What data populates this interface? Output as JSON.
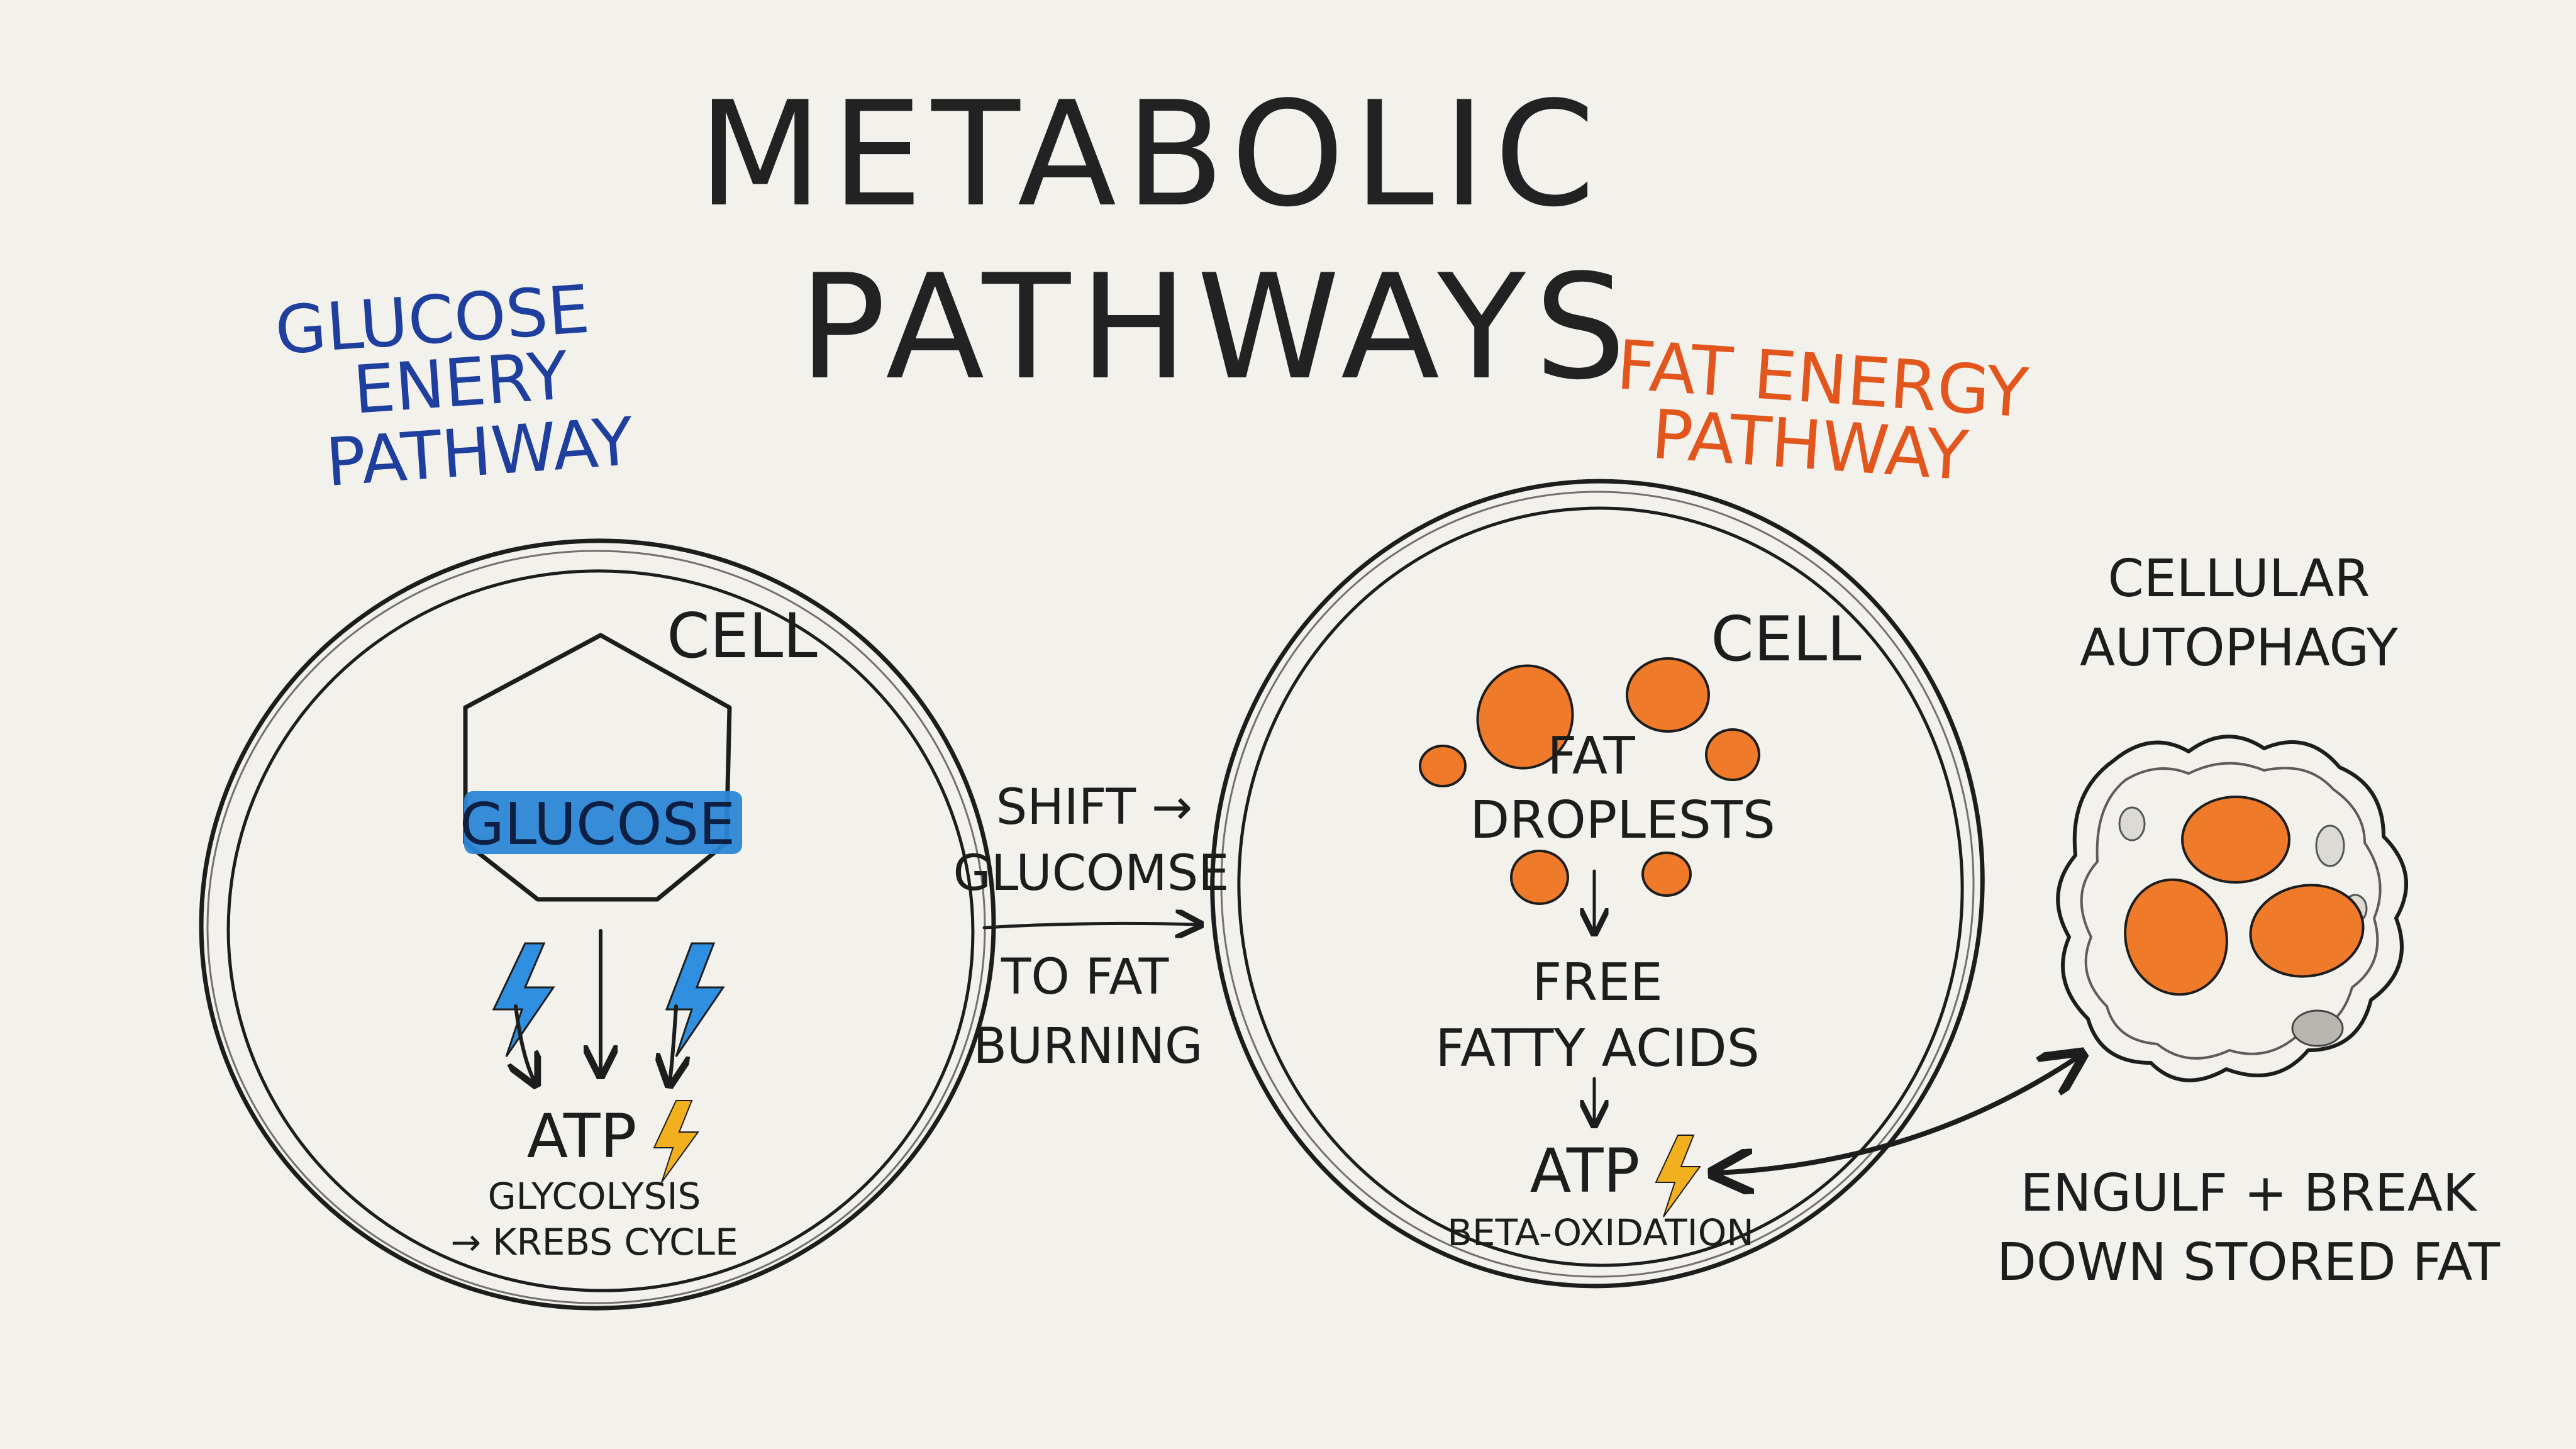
{
  "title": {
    "line1": "METABOLIC",
    "line2": "PATHWAYS"
  },
  "glucose_pathway": {
    "heading": [
      "GLUCOSE",
      "ENERY",
      "PATHWAY"
    ],
    "cell_label": "CELL",
    "molecule_label": "GLUCOSE",
    "atp_label": "ATP",
    "process_line1": "GLYCOLYSIS",
    "process_line2": "→ KREBS CYCLE",
    "color": "#1f3f9e",
    "highlight_color": "#2b86d6"
  },
  "shift": {
    "line1": "SHIFT →",
    "line2": "GLUCOMSE",
    "line3": "TO FAT",
    "line4": "BURNING"
  },
  "fat_pathway": {
    "heading": [
      "FAT ENERGY",
      "PATHWAY"
    ],
    "cell_label": "CELL",
    "droplets_line1": "FAT",
    "droplets_line2": "DROPLESTS",
    "acids_line1": "FREE",
    "acids_line2": "FATTY ACIDS",
    "atp_label": "ATP",
    "process": "BETA-OXIDATION",
    "color": "#e2561d",
    "droplet_color": "#ee7a2a"
  },
  "autophagy": {
    "heading_line1": "CELLULAR",
    "heading_line2": "AUTOPHAGY",
    "caption_line1": "ENGULF + BREAK",
    "caption_line2": "DOWN STORED FAT"
  },
  "icons": {
    "bolt": "lightning-bolt",
    "arrow": "arrow"
  },
  "colors": {
    "paper": "#f3f1ec",
    "ink": "#1d1d1d",
    "bolt_yellow": "#f2b01e",
    "bolt_blue": "#2f8fe0"
  }
}
